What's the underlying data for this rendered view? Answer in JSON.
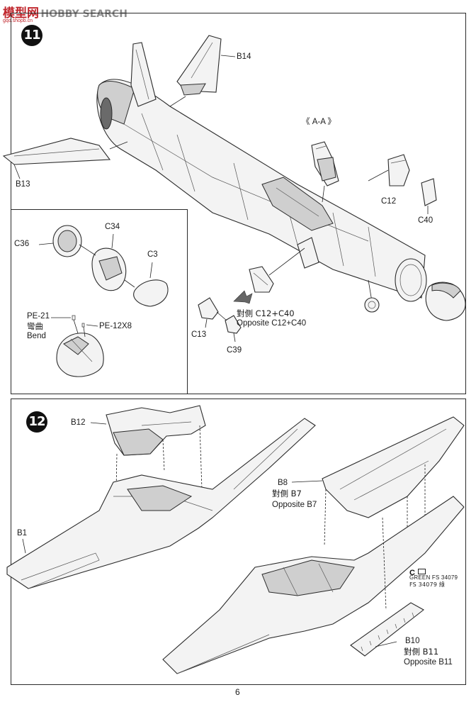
{
  "watermark": {
    "site_cn": "模型网",
    "site_en": "HOBBY SEARCH",
    "url": "gqo.shopb.cn"
  },
  "steps": {
    "step11": "11",
    "step12": "12"
  },
  "step11": {
    "b14": "B14",
    "b13": "B13",
    "aa": "《 A-A 》",
    "c12": "C12",
    "c40": "C40",
    "c34": "C34",
    "c36": "C36",
    "c3": "C3",
    "pe21": "PE-21",
    "bend_cn": "彎曲",
    "bend_en": "Bend",
    "pe12": "PE-12X8",
    "c13": "C13",
    "c39": "C39",
    "opp_cn": "對側 C12+C40",
    "opp_en": "Opposite C12+C40"
  },
  "step12": {
    "b12": "B12",
    "b1": "B1",
    "b8": "B8",
    "b8_opp_cn": "對側 B7",
    "b8_opp_en": "Opposite B7",
    "color_code": "C",
    "color_en": "GREEN FS 34079",
    "color_cn": "FS 34079 綠",
    "b10": "B10",
    "b10_opp_cn": "對側 B11",
    "b10_opp_en": "Opposite B11"
  },
  "page_number": "6"
}
